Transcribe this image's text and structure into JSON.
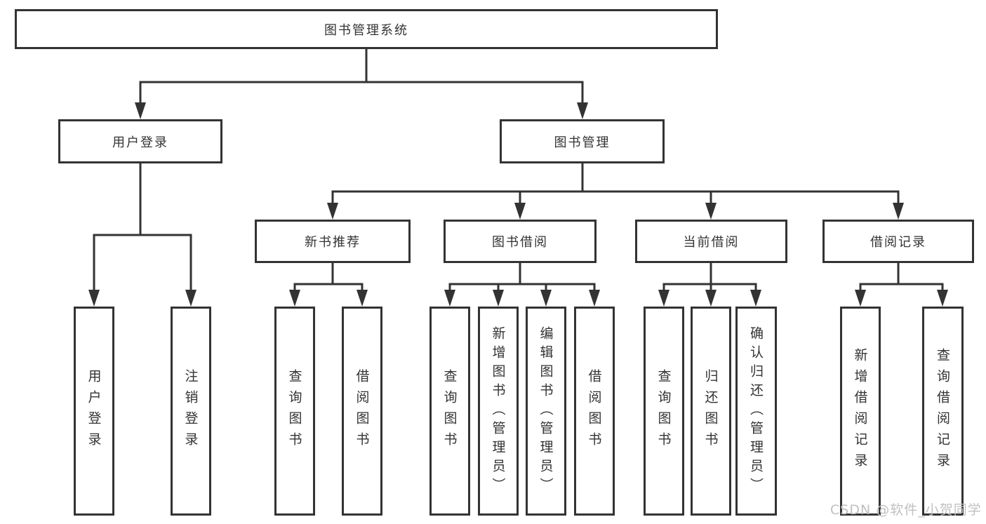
{
  "tree": {
    "label": "图书管理系统",
    "children": [
      {
        "label": "用户登录",
        "children": [
          {
            "label": "用户登录"
          },
          {
            "label": "注销登录"
          }
        ]
      },
      {
        "label": "图书管理",
        "children": [
          {
            "label": "新书推荐",
            "children": [
              {
                "label": "查询图书"
              },
              {
                "label": "借阅图书"
              }
            ]
          },
          {
            "label": "图书借阅",
            "children": [
              {
                "label": "查询图书"
              },
              {
                "label": "新增图书（管理员）"
              },
              {
                "label": "编辑图书（管理员）"
              },
              {
                "label": "借阅图书"
              }
            ]
          },
          {
            "label": "当前借阅",
            "children": [
              {
                "label": "查询图书"
              },
              {
                "label": "归还图书"
              },
              {
                "label": "确认归还（管理员）"
              }
            ]
          },
          {
            "label": "借阅记录",
            "children": [
              {
                "label": "新增借阅记录"
              },
              {
                "label": "查询借阅记录"
              }
            ]
          }
        ]
      }
    ]
  },
  "watermark": {
    "text": "CSDN @软件_小贺同学"
  },
  "colors": {
    "line": "#333333",
    "box_border": "#333333",
    "text": "#333333",
    "watermark": "#c0c0c0",
    "background": "#ffffff"
  }
}
